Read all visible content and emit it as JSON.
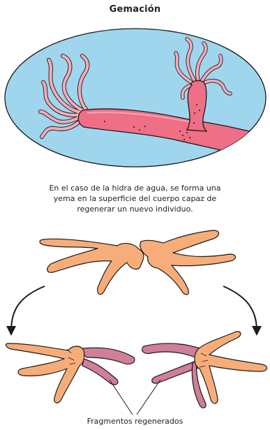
{
  "title": "Gemación",
  "caption_lines": [
    "En el caso de la hidra de agua, se forma una",
    "yema en la superficie del cuerpo capaz de",
    "regenerar un nuevo individuo."
  ],
  "bottom_label": "Fragmentos regenerados",
  "colors": {
    "water": "#9fd6ee",
    "hydra_body": "#ee6f86",
    "hydra_tentacle": "#f4aab8",
    "starfish": "#f7ad79",
    "starfish_regen": "#cf7f96",
    "outline": "#1a1a1a"
  }
}
